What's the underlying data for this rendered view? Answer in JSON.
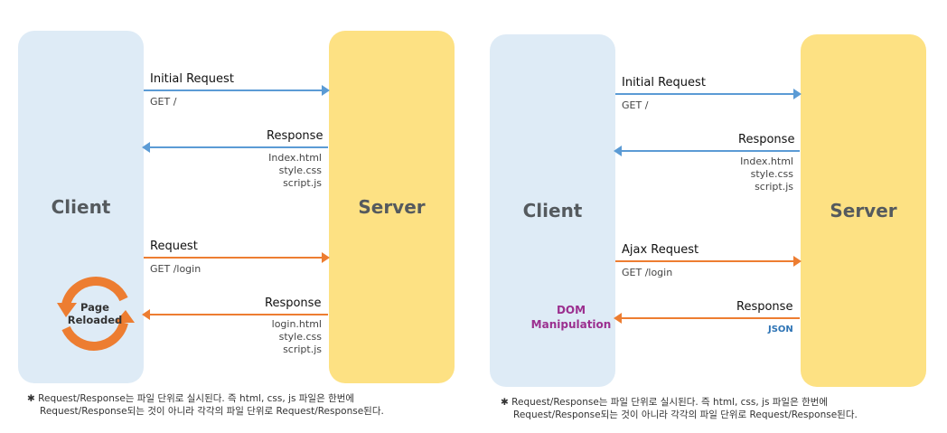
{
  "left": {
    "client_label": "Client",
    "server_label": "Server",
    "flows": [
      {
        "label": "Initial Request",
        "detail": [
          "GET /"
        ],
        "direction": "to-server",
        "color": "#5b9bd5"
      },
      {
        "label": "Response",
        "detail": [
          "Index.html",
          "style.css",
          "script.js"
        ],
        "direction": "to-client",
        "color": "#5b9bd5"
      },
      {
        "label": "Request",
        "detail": [
          "GET /login"
        ],
        "direction": "to-server",
        "color": "#ed7d31"
      },
      {
        "label": "Response",
        "detail": [
          "login.html",
          "style.css",
          "script.js"
        ],
        "direction": "to-client",
        "color": "#ed7d31"
      }
    ],
    "reload_badge": [
      "Page",
      "Reloaded"
    ],
    "note": [
      "Request/Response는 파일 단위로 실시된다. 즉 html, css, js 파일은 한번에",
      "Request/Response되는 것이 아니라 각각의 파일 단위로 Request/Response된다."
    ]
  },
  "right": {
    "client_label": "Client",
    "server_label": "Server",
    "flows": [
      {
        "label": "Initial Request",
        "detail": [
          "GET /"
        ],
        "direction": "to-server",
        "color": "#5b9bd5"
      },
      {
        "label": "Response",
        "detail": [
          "Index.html",
          "style.css",
          "script.js"
        ],
        "direction": "to-client",
        "color": "#5b9bd5"
      },
      {
        "label": "Ajax Request",
        "detail": [
          "GET /login"
        ],
        "direction": "to-server",
        "color": "#ed7d31"
      },
      {
        "label": "Response",
        "detail": [
          "JSON"
        ],
        "direction": "to-client",
        "color": "#ed7d31"
      }
    ],
    "dom_label": [
      "DOM",
      "Manipulation"
    ],
    "note": [
      "Request/Response는 파일 단위로 실시된다. 즉 html, css, js 파일은 한번에",
      "Request/Response되는 것이 아니라 각각의 파일 단위로 Request/Response된다."
    ]
  },
  "note_bullet": "✱",
  "colors": {
    "client_box": "#deebf6",
    "server_box": "#fde183",
    "arrow_blue": "#5b9bd5",
    "arrow_orange": "#ed7d31",
    "dom_text": "#9b2f8f",
    "json_text": "#2e74b5",
    "reload_icon": "#ed7d31"
  }
}
